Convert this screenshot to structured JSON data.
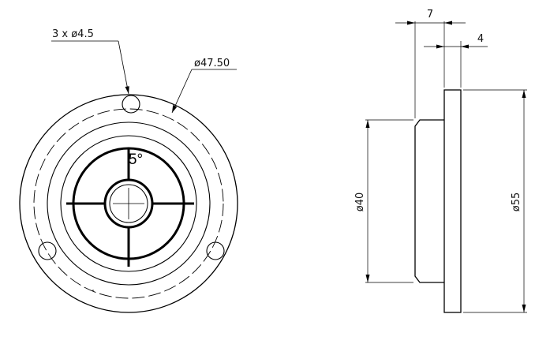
{
  "front_view": {
    "holes_callout": "3 x ø4.5",
    "pitch_diameter_callout": "ø47.50",
    "angle_label": "5°"
  },
  "side_view": {
    "total_thickness_label": "7",
    "flange_thickness_label": "4",
    "body_diameter_label": "ø40",
    "flange_diameter_label": "ø55"
  },
  "colors": {
    "line": "#000000",
    "background": "#ffffff"
  }
}
